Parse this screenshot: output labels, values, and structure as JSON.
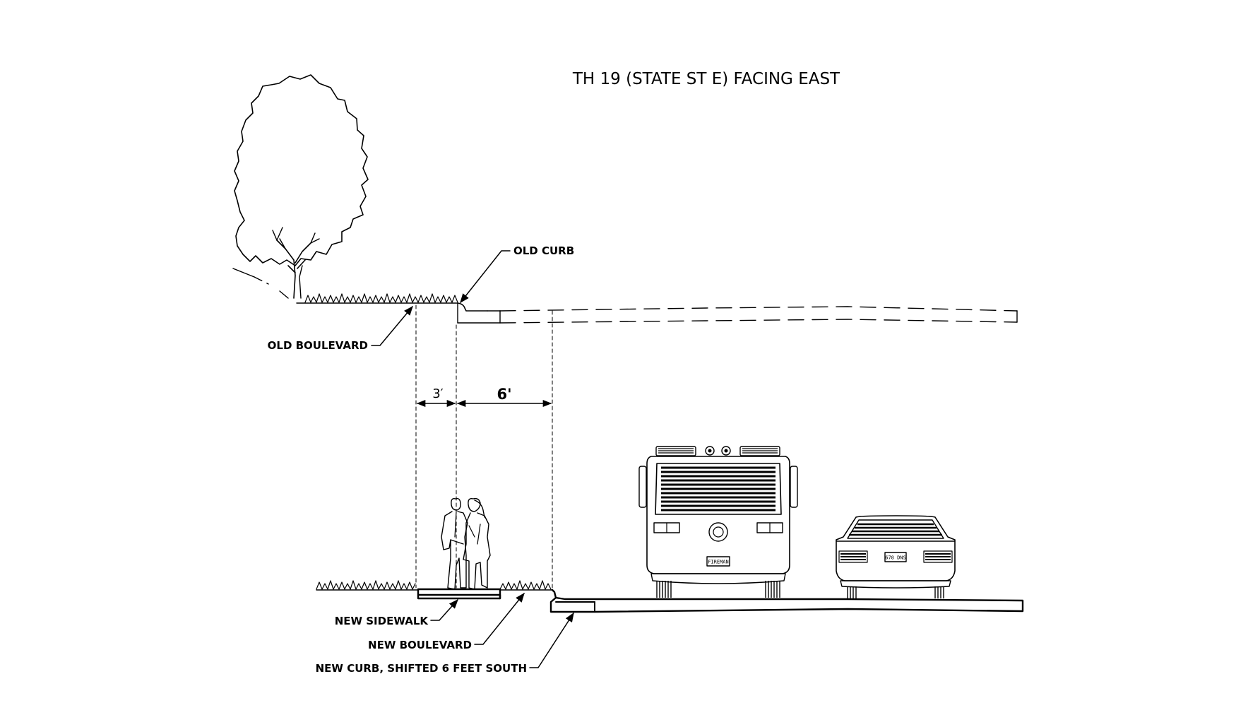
{
  "title": "TH 19 (STATE ST E) FACING EAST",
  "labels": {
    "old_curb": "OLD CURB",
    "old_boulevard": "OLD BOULEVARD",
    "new_sidewalk": "NEW SIDEWALK",
    "new_boulevard": "NEW BOULEVARD",
    "new_curb": "NEW CURB, SHIFTED 6 FEET SOUTH"
  },
  "dimensions": {
    "boulevard_width": "3′",
    "curb_shift": "6'"
  },
  "vehicles": {
    "fire_truck_plate": "FIREMAN",
    "car_plate": "678 DNS"
  }
}
